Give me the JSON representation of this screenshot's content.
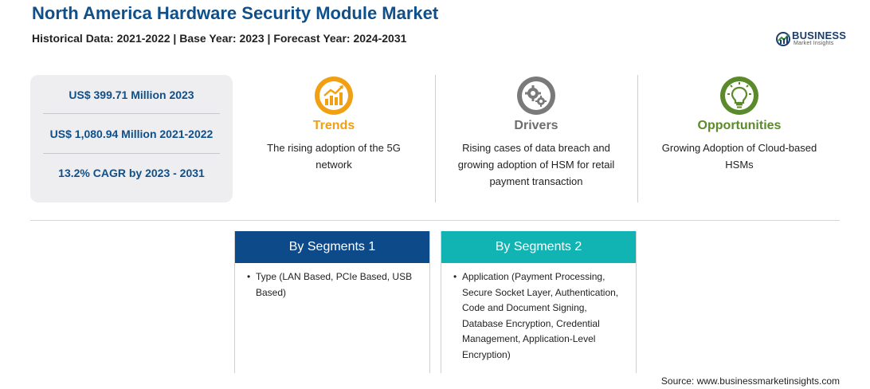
{
  "header": {
    "title": "North America Hardware Security Module Market",
    "subtitle": "Historical Data: 2021-2022 | Base Year: 2023 | Forecast Year: 2024-2031"
  },
  "logo": {
    "brand": "BUSINESS",
    "tagline": "Market Insights"
  },
  "stats": [
    "US$ 399.71 Million 2023",
    "US$ 1,080.94 Million 2021-2022",
    "13.2% CAGR by 2023 - 2031"
  ],
  "columns": {
    "trends": {
      "heading": "Trends",
      "icon": "trend-chart-icon",
      "text": "The rising adoption of the 5G network",
      "color": "#f0a012"
    },
    "drivers": {
      "heading": "Drivers",
      "icon": "gears-icon",
      "text": "Rising cases of data breach and growing adoption of HSM for retail payment transaction",
      "color": "#6d6d6d"
    },
    "opportunities": {
      "heading": "Opportunities",
      "icon": "lightbulb-icon",
      "text": "Growing Adoption of Cloud-based HSMs",
      "color": "#5b8a2a"
    }
  },
  "segments": [
    {
      "heading": "By Segments 1",
      "items": [
        "Type (LAN Based, PCIe Based, USB Based)"
      ],
      "color": "#0d4a8a"
    },
    {
      "heading": "By Segments 2",
      "items": [
        "Application (Payment Processing, Secure Socket Layer, Authentication, Code and Document Signing, Database Encryption, Credential Management, Application-Level Encryption)"
      ],
      "color": "#12b3b3"
    }
  ],
  "footer": {
    "source": "Source: www.businessmarketinsights.com"
  }
}
